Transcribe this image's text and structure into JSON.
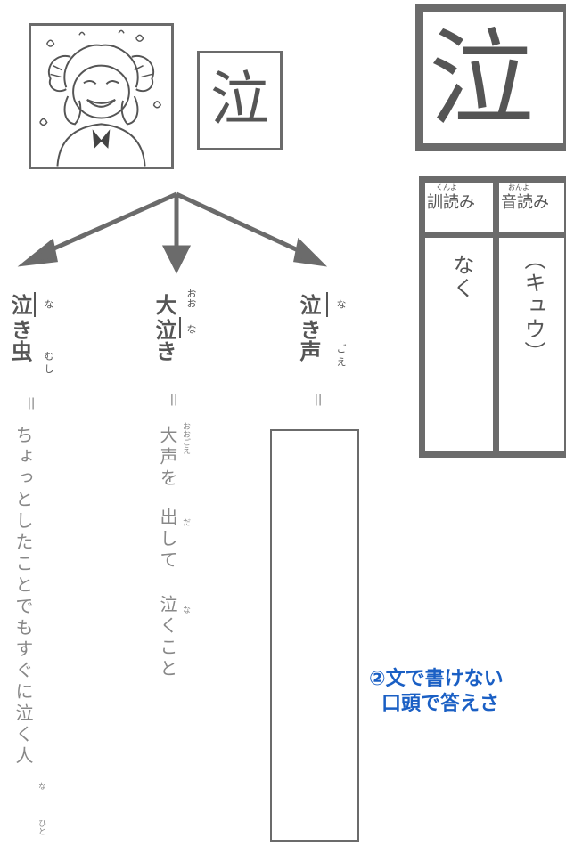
{
  "kanji": "泣",
  "readings": {
    "kun_header": "訓読み",
    "kun_ruby": "くんよ",
    "on_header": "音読み",
    "on_ruby": "おんよ",
    "kun_value": "なく",
    "on_value": "（キュウ）"
  },
  "words": [
    {
      "word_top": "泣",
      "word_bottom": "き虫",
      "furi_1": "な",
      "furi_2": "む し",
      "eq": "＝",
      "definition": "ちょっとしたことでもすぐに泣く人",
      "def_furi_1": "な",
      "def_furi_2": "ひと"
    },
    {
      "word_top": "大",
      "word_bottom": "泣き",
      "furi_1": "おお",
      "furi_2": "な",
      "eq": "＝",
      "definition_part1": "大声を",
      "definition_part2": "出して",
      "definition_part3": "泣くこと",
      "def_furi_1": "おおごえ",
      "def_furi_2": "だ",
      "def_furi_3": "な"
    },
    {
      "word_top": "泣",
      "word_bottom": "き声",
      "furi_1": "な",
      "furi_2": "ご え",
      "eq": "＝"
    }
  ],
  "note": {
    "line1": "②文で書けない",
    "line2": "口頭で答えさ"
  },
  "colors": {
    "frame": "#6b6b6b",
    "text": "#555555",
    "note": "#1a5fc4"
  }
}
